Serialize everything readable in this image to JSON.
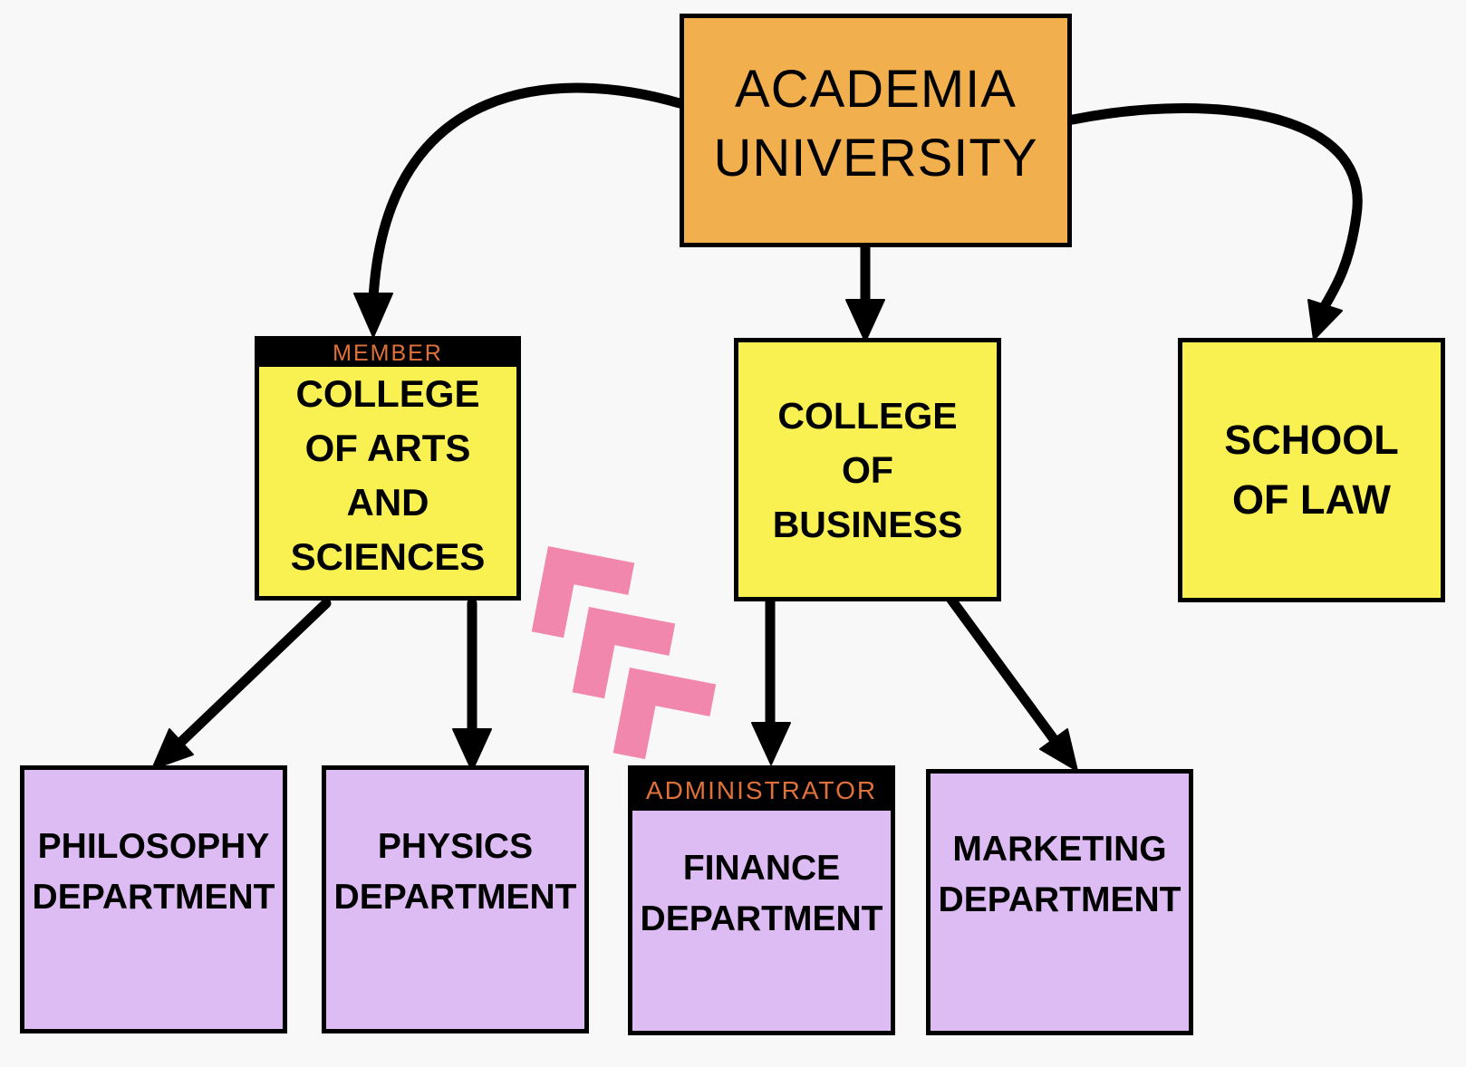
{
  "nodes": {
    "university": {
      "lines": [
        "ACADEMIA",
        "UNIVERSITY"
      ]
    },
    "arts_sciences": {
      "badge": "MEMBER",
      "lines": [
        "COLLEGE",
        "OF ARTS",
        "AND",
        "SCIENCES"
      ]
    },
    "business": {
      "lines": [
        "COLLEGE",
        "OF",
        "BUSINESS"
      ]
    },
    "law": {
      "lines": [
        "SCHOOL",
        "OF LAW"
      ]
    },
    "philosophy": {
      "lines": [
        "PHILOSOPHY",
        "DEPARTMENT"
      ]
    },
    "physics": {
      "lines": [
        "PHYSICS",
        "DEPARTMENT"
      ]
    },
    "finance": {
      "badge": "ADMINISTRATOR",
      "lines": [
        "FINANCE",
        "DEPARTMENT"
      ]
    },
    "marketing": {
      "lines": [
        "MARKETING",
        "DEPARTMENT"
      ]
    }
  },
  "colors": {
    "background": "#F8F8F8",
    "ink": "#000000",
    "university_fill": "#F2AF4D",
    "college_fill": "#F9F152",
    "department_fill": "#DDBCF4",
    "badge_text": "#E0713A",
    "chevron_pink": "#F287AE"
  }
}
